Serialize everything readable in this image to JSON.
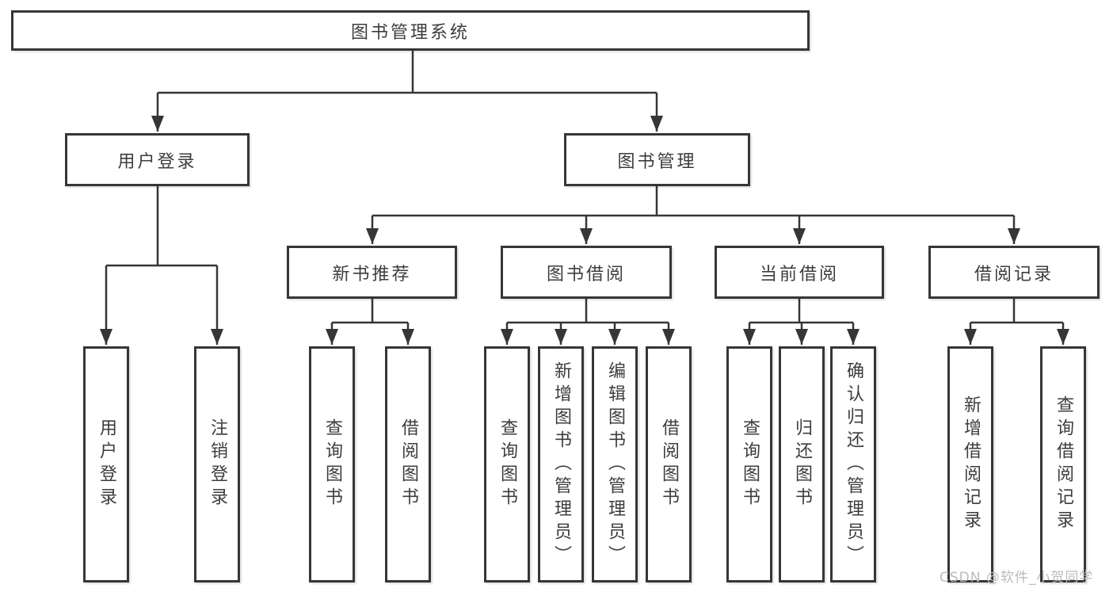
{
  "diagram": {
    "root_label": "图书管理系统",
    "level2": [
      {
        "label": "用户登录"
      },
      {
        "label": "图书管理"
      }
    ],
    "level3": [
      {
        "label": "新书推荐"
      },
      {
        "label": "图书借阅"
      },
      {
        "label": "当前借阅"
      },
      {
        "label": "借阅记录"
      }
    ],
    "leaves": [
      {
        "label": "用户登录"
      },
      {
        "label": "注销登录"
      },
      {
        "label": "查询图书"
      },
      {
        "label": "借阅图书"
      },
      {
        "label": "查询图书"
      },
      {
        "label": "新增图书（管理员）"
      },
      {
        "label": "编辑图书（管理员）"
      },
      {
        "label": "借阅图书"
      },
      {
        "label": "查询图书"
      },
      {
        "label": "归还图书"
      },
      {
        "label": "确认归还（管理员）"
      },
      {
        "label": "新增借阅记录"
      },
      {
        "label": "查询借阅记录"
      }
    ]
  },
  "watermark": {
    "text": "CSDN @软件_小贺同学"
  },
  "colors": {
    "line": "#363636",
    "text": "#3d3d3d",
    "watermark": "#bcbcbc",
    "background": "#ffffff"
  }
}
